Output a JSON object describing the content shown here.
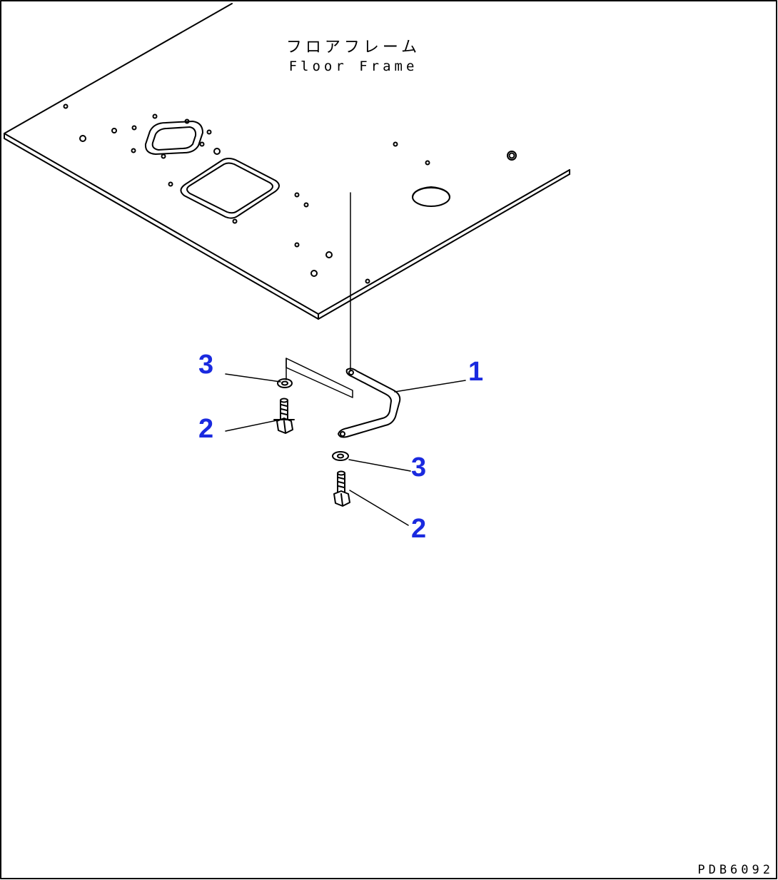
{
  "diagram": {
    "title_jp": "フロアフレーム",
    "title_en": "Floor Frame",
    "drawing_code": "PDB6092",
    "callouts": [
      "1",
      "2",
      "3",
      "2",
      "3"
    ],
    "callout_color": "#1a2adf",
    "line_color": "#000000",
    "parts": [
      "floor-frame-plate",
      "ground-strap",
      "bolt",
      "washer"
    ]
  }
}
